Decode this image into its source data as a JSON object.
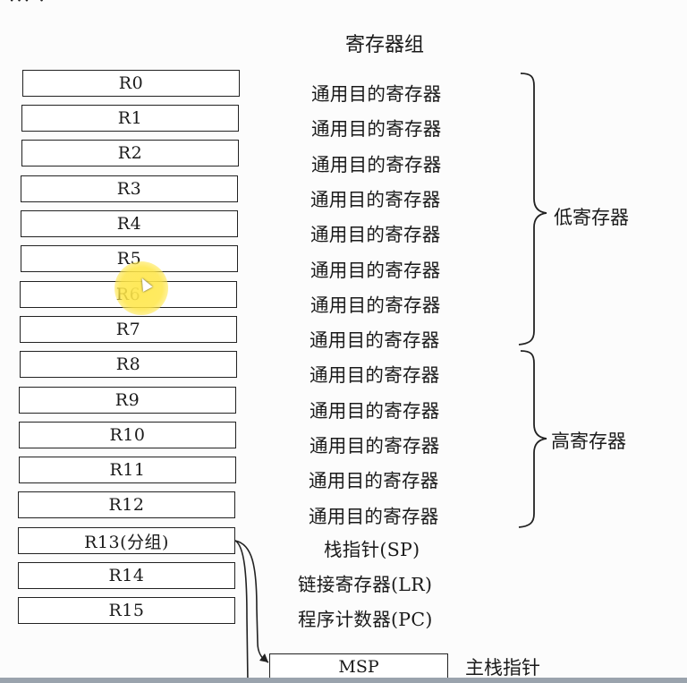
{
  "title": "寄存器组",
  "cut_header": "··· ·",
  "registers": [
    {
      "name": "R0",
      "desc": "通用目的寄存器"
    },
    {
      "name": "R1",
      "desc": "通用目的寄存器"
    },
    {
      "name": "R2",
      "desc": "通用目的寄存器"
    },
    {
      "name": "R3",
      "desc": "通用目的寄存器"
    },
    {
      "name": "R4",
      "desc": "通用目的寄存器"
    },
    {
      "name": "R5",
      "desc": "通用目的寄存器"
    },
    {
      "name": "R6",
      "desc": "通用目的寄存器"
    },
    {
      "name": "R7",
      "desc": "通用目的寄存器"
    },
    {
      "name": "R8",
      "desc": "通用目的寄存器"
    },
    {
      "name": "R9",
      "desc": "通用目的寄存器"
    },
    {
      "name": "R10",
      "desc": "通用目的寄存器"
    },
    {
      "name": "R11",
      "desc": "通用目的寄存器"
    },
    {
      "name": "R12",
      "desc": "通用目的寄存器"
    },
    {
      "name": "R13(分组)",
      "desc": "栈指针(SP)"
    },
    {
      "name": "R14",
      "desc": "链接寄存器(LR)"
    },
    {
      "name": "R15",
      "desc": "程序计数器(PC)"
    }
  ],
  "groups": {
    "low": "低寄存器",
    "high": "高寄存器"
  },
  "banked": {
    "name": "MSP",
    "desc": "主栈指针"
  }
}
